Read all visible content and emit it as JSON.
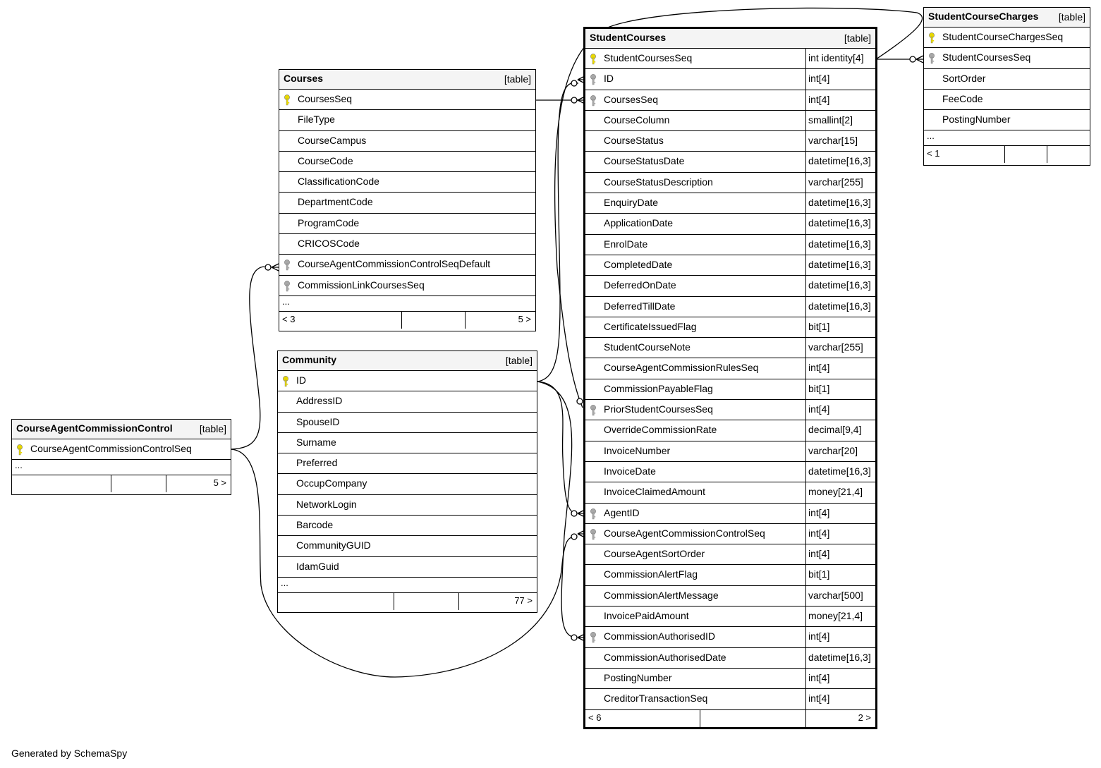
{
  "footer_text": "Generated by SchemaSpy",
  "tables": {
    "studentcoursecharges": {
      "name": "StudentCourseCharges",
      "type": "[table]",
      "columns": [
        {
          "name": "StudentCourseChargesSeq",
          "key": "primary"
        },
        {
          "name": "StudentCoursesSeq",
          "key": "foreign"
        },
        {
          "name": "SortOrder",
          "key": ""
        },
        {
          "name": "FeeCode",
          "key": ""
        },
        {
          "name": "PostingNumber",
          "key": ""
        }
      ],
      "more": "...",
      "footer_left": "< 1",
      "footer_right": ""
    },
    "studentcourses": {
      "name": "StudentCourses",
      "type": "[table]",
      "columns": [
        {
          "name": "StudentCoursesSeq",
          "type": "int identity[4]",
          "key": "primary"
        },
        {
          "name": "ID",
          "type": "int[4]",
          "key": "foreign"
        },
        {
          "name": "CoursesSeq",
          "type": "int[4]",
          "key": "foreign"
        },
        {
          "name": "CourseColumn",
          "type": "smallint[2]",
          "key": ""
        },
        {
          "name": "CourseStatus",
          "type": "varchar[15]",
          "key": ""
        },
        {
          "name": "CourseStatusDate",
          "type": "datetime[16,3]",
          "key": ""
        },
        {
          "name": "CourseStatusDescription",
          "type": "varchar[255]",
          "key": ""
        },
        {
          "name": "EnquiryDate",
          "type": "datetime[16,3]",
          "key": ""
        },
        {
          "name": "ApplicationDate",
          "type": "datetime[16,3]",
          "key": ""
        },
        {
          "name": "EnrolDate",
          "type": "datetime[16,3]",
          "key": ""
        },
        {
          "name": "CompletedDate",
          "type": "datetime[16,3]",
          "key": ""
        },
        {
          "name": "DeferredOnDate",
          "type": "datetime[16,3]",
          "key": ""
        },
        {
          "name": "DeferredTillDate",
          "type": "datetime[16,3]",
          "key": ""
        },
        {
          "name": "CertificateIssuedFlag",
          "type": "bit[1]",
          "key": ""
        },
        {
          "name": "StudentCourseNote",
          "type": "varchar[255]",
          "key": ""
        },
        {
          "name": "CourseAgentCommissionRulesSeq",
          "type": "int[4]",
          "key": ""
        },
        {
          "name": "CommissionPayableFlag",
          "type": "bit[1]",
          "key": ""
        },
        {
          "name": "PriorStudentCoursesSeq",
          "type": "int[4]",
          "key": "foreign"
        },
        {
          "name": "OverrideCommissionRate",
          "type": "decimal[9,4]",
          "key": ""
        },
        {
          "name": "InvoiceNumber",
          "type": "varchar[20]",
          "key": ""
        },
        {
          "name": "InvoiceDate",
          "type": "datetime[16,3]",
          "key": ""
        },
        {
          "name": "InvoiceClaimedAmount",
          "type": "money[21,4]",
          "key": ""
        },
        {
          "name": "AgentID",
          "type": "int[4]",
          "key": "foreign"
        },
        {
          "name": "CourseAgentCommissionControlSeq",
          "type": "int[4]",
          "key": "foreign"
        },
        {
          "name": "CourseAgentSortOrder",
          "type": "int[4]",
          "key": ""
        },
        {
          "name": "CommissionAlertFlag",
          "type": "bit[1]",
          "key": ""
        },
        {
          "name": "CommissionAlertMessage",
          "type": "varchar[500]",
          "key": ""
        },
        {
          "name": "InvoicePaidAmount",
          "type": "money[21,4]",
          "key": ""
        },
        {
          "name": "CommissionAuthorisedID",
          "type": "int[4]",
          "key": "foreign"
        },
        {
          "name": "CommissionAuthorisedDate",
          "type": "datetime[16,3]",
          "key": ""
        },
        {
          "name": "PostingNumber",
          "type": "int[4]",
          "key": ""
        },
        {
          "name": "CreditorTransactionSeq",
          "type": "int[4]",
          "key": ""
        }
      ],
      "more": "",
      "footer_left": "< 6",
      "footer_right": "2 >"
    },
    "courses": {
      "name": "Courses",
      "type": "[table]",
      "columns": [
        {
          "name": "CoursesSeq",
          "key": "primary"
        },
        {
          "name": "FileType",
          "key": ""
        },
        {
          "name": "CourseCampus",
          "key": ""
        },
        {
          "name": "CourseCode",
          "key": ""
        },
        {
          "name": "ClassificationCode",
          "key": ""
        },
        {
          "name": "DepartmentCode",
          "key": ""
        },
        {
          "name": "ProgramCode",
          "key": ""
        },
        {
          "name": "CRICOSCode",
          "key": ""
        },
        {
          "name": "CourseAgentCommissionControlSeqDefault",
          "key": "foreign"
        },
        {
          "name": "CommissionLinkCoursesSeq",
          "key": "foreign"
        }
      ],
      "more": "...",
      "footer_left": "< 3",
      "footer_right": "5 >"
    },
    "community": {
      "name": "Community",
      "type": "[table]",
      "columns": [
        {
          "name": "ID",
          "key": "primary"
        },
        {
          "name": "AddressID",
          "key": ""
        },
        {
          "name": "SpouseID",
          "key": ""
        },
        {
          "name": "Surname",
          "key": ""
        },
        {
          "name": "Preferred",
          "key": ""
        },
        {
          "name": "OccupCompany",
          "key": ""
        },
        {
          "name": "NetworkLogin",
          "key": ""
        },
        {
          "name": "Barcode",
          "key": ""
        },
        {
          "name": "CommunityGUID",
          "key": ""
        },
        {
          "name": "IdamGuid",
          "key": ""
        }
      ],
      "more": "...",
      "footer_left": "",
      "footer_right": "77 >"
    },
    "courseagentcommissioncontrol": {
      "name": "CourseAgentCommissionControl",
      "type": "[table]",
      "columns": [
        {
          "name": "CourseAgentCommissionControlSeq",
          "key": "primary"
        }
      ],
      "more": "...",
      "footer_left": "",
      "footer_right": "5 >"
    }
  },
  "colors": {
    "primary_key": "#e8d800",
    "foreign_key": "#a8a8a8",
    "header_bg": "#f4f4f4",
    "line": "#000000"
  }
}
